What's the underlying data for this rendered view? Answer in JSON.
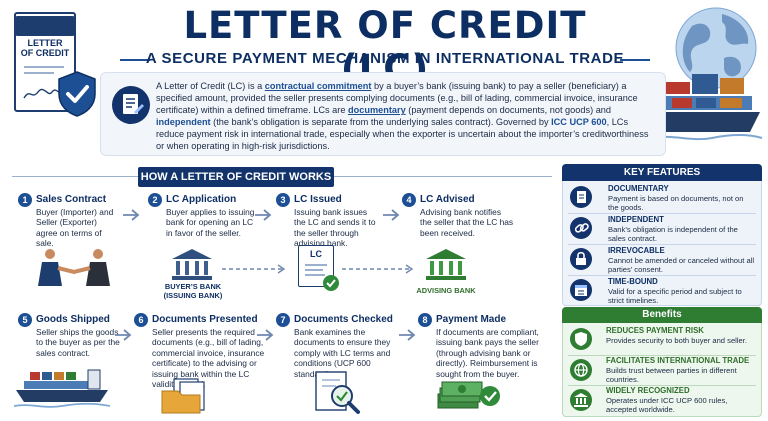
{
  "header": {
    "title": "LETTER OF CREDIT (LC)",
    "subtitle": "A SECURE PAYMENT MECHANISM IN INTERNATIONAL TRADE",
    "doc_label_line1": "LETTER",
    "doc_label_line2": "OF CREDIT"
  },
  "intro": {
    "p1": "A Letter of Credit (LC) is a ",
    "k1": "contractual commitment",
    "p2": " by a buyer’s bank (issuing bank) to pay a seller (beneficiary) a specified amount, provided the seller presents complying documents (e.g., bill of lading, commercial invoice, insurance certificate) within a defined timeframe. LCs are ",
    "k2": "documentary",
    "p3": " (payment depends on documents, not goods) and ",
    "k3": "independent",
    "p4": " (the bank’s obligation is separate from the underlying sales contract). Governed by ",
    "k4": "ICC UCP 600",
    "p5": ", LCs reduce payment risk in international trade, especially when the exporter is uncertain about the importer’s creditworthiness or when operating in high-risk jurisdictions."
  },
  "works": {
    "title": "HOW A LETTER OF CREDIT WORKS"
  },
  "steps": [
    {
      "num": "1",
      "title": "Sales Contract",
      "desc": "Buyer (Importer) and Seller (Exporter) agree on terms of sale."
    },
    {
      "num": "2",
      "title": "LC Application",
      "desc": "Buyer applies to issuing bank for opening an LC in favor of the seller."
    },
    {
      "num": "3",
      "title": "LC Issued",
      "desc": "Issuing bank issues the LC and sends it to the seller through advising bank."
    },
    {
      "num": "4",
      "title": "LC Advised",
      "desc": "Advising bank notifies the seller that the LC has been received."
    },
    {
      "num": "5",
      "title": "Goods Shipped",
      "desc": "Seller ships the goods to the buyer as per the sales contract."
    },
    {
      "num": "6",
      "title": "Documents Presented",
      "desc": "Seller presents the required documents (e.g., bill of lading, commercial invoice, insurance certificate) to the advising or issuing bank within the LC validity period."
    },
    {
      "num": "7",
      "title": "Documents Checked",
      "desc": "Bank examines the documents to ensure they comply with LC terms and conditions (UCP 600 standard)."
    },
    {
      "num": "8",
      "title": "Payment Made",
      "desc": "If documents are compliant, issuing bank pays the seller (through advising bank or directly). Reimbursement is sought from the buyer."
    }
  ],
  "banks": {
    "buyer_bank_line1": "BUYER’S BANK",
    "buyer_bank_line2": "(ISSUING BANK)",
    "advising_bank": "ADVISING BANK",
    "lc_doc_label": "LC"
  },
  "key_features": {
    "title": "KEY FEATURES",
    "items": [
      {
        "title": "DOCUMENTARY",
        "desc": "Payment is based on documents, not on the goods.",
        "icon": "document-icon"
      },
      {
        "title": "INDEPENDENT",
        "desc": "Bank’s obligation is independent of the sales contract.",
        "icon": "link-icon"
      },
      {
        "title": "IRREVOCABLE",
        "desc": "Cannot be amended or canceled without all parties’ consent.",
        "icon": "lock-icon"
      },
      {
        "title": "TIME-BOUND",
        "desc": "Valid for a specific period and subject to strict timelines.",
        "icon": "calendar-icon"
      }
    ]
  },
  "benefits": {
    "title": "Benefits",
    "items": [
      {
        "title": "REDUCES PAYMENT RISK",
        "desc": "Provides security to both buyer and seller.",
        "icon": "shield-icon"
      },
      {
        "title": "FACILITATES INTERNATIONAL TRADE",
        "desc": "Builds trust between parties in different countries.",
        "icon": "globe-icon"
      },
      {
        "title": "WIDELY RECOGNIZED",
        "desc": "Operates under ICC UCP 600 rules, accepted worldwide.",
        "icon": "bank-icon"
      }
    ]
  },
  "colors": {
    "navy": "#0d2e63",
    "blue": "#1d4f95",
    "green": "#2f7d32",
    "light_panel": "#eef3f9"
  }
}
